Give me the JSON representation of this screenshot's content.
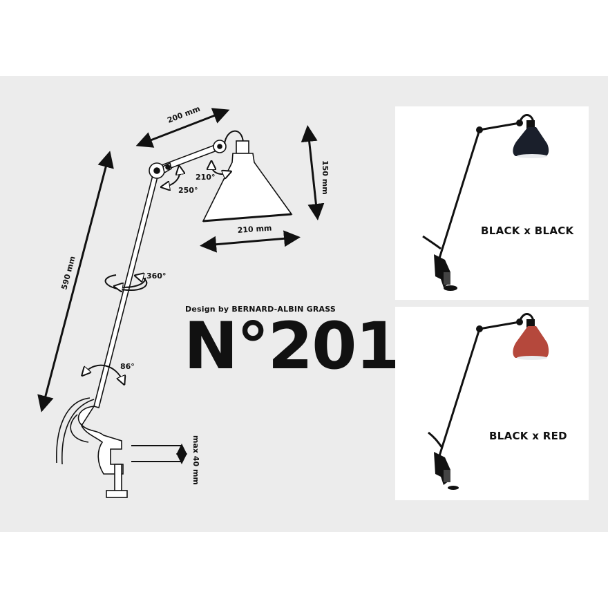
{
  "dimensions": {
    "arm_upper": "200 mm",
    "arm_lower": "590 mm",
    "shade_height": "150 mm",
    "shade_width": "210 mm",
    "clamp_max": "max 40 mm",
    "angle_shade": "210°",
    "angle_elbow": "250°",
    "angle_rotation": "360°",
    "angle_base": "86°"
  },
  "product": {
    "credit": "Design by BERNARD-ALBIN GRASS",
    "model": "N°201"
  },
  "variants": [
    {
      "label": "BLACK x BLACK",
      "shade_color": "#1a1f2b"
    },
    {
      "label": "BLACK x RED",
      "shade_color": "#b5483c"
    }
  ]
}
